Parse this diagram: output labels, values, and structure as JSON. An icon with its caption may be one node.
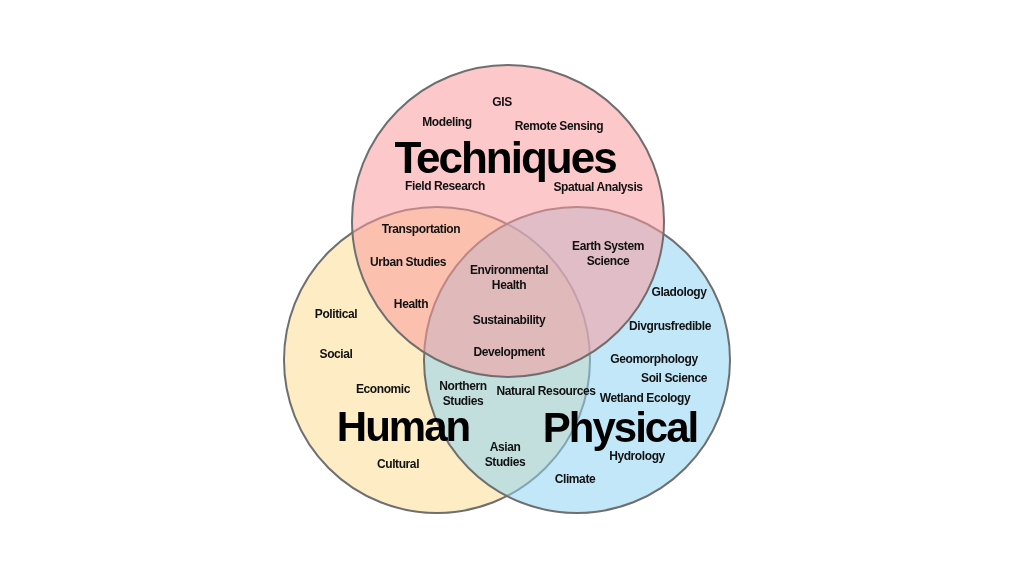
{
  "diagram": {
    "nodes": [
      {
        "text": [
          "Techniques"
        ]
      },
      {
        "text": [
          "Human"
        ]
      },
      {
        "text": [
          "Physical"
        ]
      }
    ],
    "labels": [
      "GIS",
      "Modeling",
      "Remote Sensing",
      "Field Research",
      "Spatual Analysis",
      "Transportation",
      "Earth System Science",
      "Urban Studies",
      "Environmental Health",
      "Gladology",
      "Health",
      "Political",
      "Sustainability",
      "Divgrusfredible",
      "Development",
      "Social",
      "Geomorphology",
      "Economic",
      "Northern Studies",
      "Natural Resources",
      "Soil Science",
      "Wetland Ecology",
      "Asian Studies",
      "Cultural",
      "Hydrology",
      "Climate"
    ]
  }
}
